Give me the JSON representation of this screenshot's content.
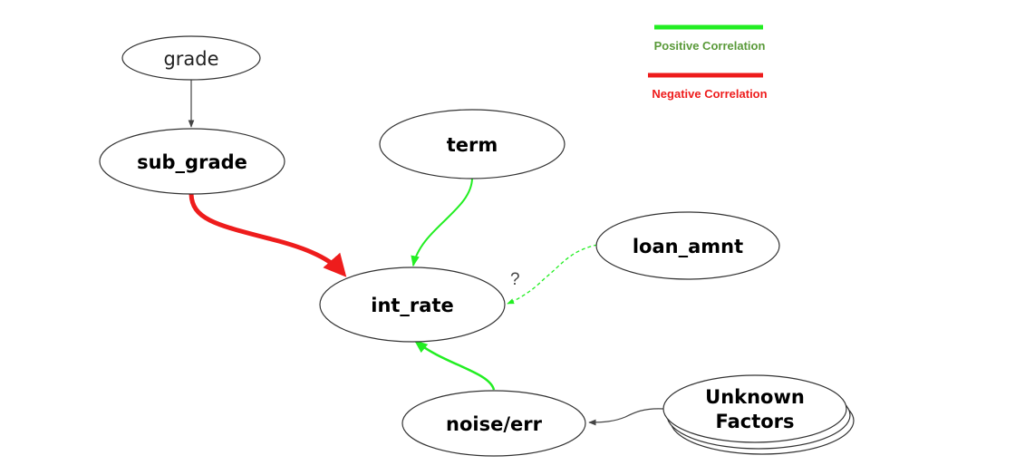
{
  "legend": {
    "positive": {
      "label": "Positive Correlation",
      "color": "#22ee22",
      "text_color": "#5a9a3a"
    },
    "negative": {
      "label": "Negative Correlation",
      "color": "#ee1c1c",
      "text_color": "#ee1c1c"
    }
  },
  "nodes": {
    "grade": {
      "label": "grade"
    },
    "sub_grade": {
      "label": "sub_grade"
    },
    "term": {
      "label": "term"
    },
    "loan_amnt": {
      "label": "loan_amnt"
    },
    "int_rate": {
      "label": "int_rate"
    },
    "noise_err": {
      "label": "noise/err"
    },
    "unknown": {
      "label_line1": "Unknown",
      "label_line2": "Factors"
    }
  },
  "edges": {
    "loan_amnt_to_int_rate": {
      "annotation": "?"
    }
  }
}
